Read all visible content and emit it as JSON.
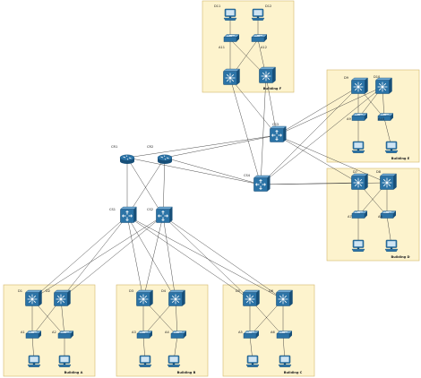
{
  "colors": {
    "device_fill": "#2b73a6",
    "device_dark": "#174f78",
    "device_light": "#6fa8d1",
    "building_fill": "#fdf3cd",
    "building_border": "#d4b76a",
    "link": "#3a3a3a"
  },
  "buildings": [
    {
      "id": "F",
      "label": "Building F"
    },
    {
      "id": "E",
      "label": "Building E"
    },
    {
      "id": "D",
      "label": "Building D"
    },
    {
      "id": "A",
      "label": "Building A"
    },
    {
      "id": "B",
      "label": "Building B"
    },
    {
      "id": "C",
      "label": "Building C"
    }
  ],
  "devices": [
    {
      "id": "D11",
      "label": "D11",
      "type": "pc"
    },
    {
      "id": "D12",
      "label": "D12",
      "type": "pc"
    },
    {
      "id": "A11",
      "label": "A11",
      "type": "access-switch"
    },
    {
      "id": "A12",
      "label": "A12",
      "type": "access-switch"
    },
    {
      "id": "F_L3_1",
      "label": "",
      "type": "multilayer-switch"
    },
    {
      "id": "F_L3_2",
      "label": "",
      "type": "multilayer-switch"
    },
    {
      "id": "E9",
      "label": "D9",
      "type": "multilayer-switch"
    },
    {
      "id": "E10",
      "label": "D10",
      "type": "multilayer-switch"
    },
    {
      "id": "A9",
      "label": "A9",
      "type": "access-switch"
    },
    {
      "id": "A10",
      "label": "A10",
      "type": "access-switch"
    },
    {
      "id": "E_PC1",
      "label": "",
      "type": "pc"
    },
    {
      "id": "E_PC2",
      "label": "",
      "type": "pc"
    },
    {
      "id": "D7",
      "label": "D7",
      "type": "multilayer-switch"
    },
    {
      "id": "D8",
      "label": "D8",
      "type": "multilayer-switch"
    },
    {
      "id": "A7",
      "label": "A7",
      "type": "access-switch"
    },
    {
      "id": "A8",
      "label": "A8",
      "type": "access-switch"
    },
    {
      "id": "D_PC1",
      "label": "",
      "type": "pc"
    },
    {
      "id": "D_PC2",
      "label": "",
      "type": "pc"
    },
    {
      "id": "CS3",
      "label": "CS3",
      "type": "core-switch"
    },
    {
      "id": "CS4",
      "label": "CS4",
      "type": "core-switch"
    },
    {
      "id": "CR1",
      "label": "CR1",
      "type": "router"
    },
    {
      "id": "CR2",
      "label": "CR2",
      "type": "router"
    },
    {
      "id": "CS1",
      "label": "CS1",
      "type": "core-switch"
    },
    {
      "id": "CS2",
      "label": "CS2",
      "type": "core-switch"
    },
    {
      "id": "D1",
      "label": "D1",
      "type": "multilayer-switch"
    },
    {
      "id": "D2",
      "label": "D2",
      "type": "multilayer-switch"
    },
    {
      "id": "A1",
      "label": "A1",
      "type": "access-switch"
    },
    {
      "id": "A2",
      "label": "A2",
      "type": "access-switch"
    },
    {
      "id": "A_PC1",
      "label": "",
      "type": "pc"
    },
    {
      "id": "A_PC2",
      "label": "",
      "type": "pc"
    },
    {
      "id": "D3",
      "label": "D3",
      "type": "multilayer-switch"
    },
    {
      "id": "D4",
      "label": "D4",
      "type": "multilayer-switch"
    },
    {
      "id": "A3",
      "label": "A3",
      "type": "access-switch"
    },
    {
      "id": "A4",
      "label": "A4",
      "type": "access-switch"
    },
    {
      "id": "B_PC1",
      "label": "",
      "type": "pc"
    },
    {
      "id": "B_PC2",
      "label": "",
      "type": "pc"
    },
    {
      "id": "D5",
      "label": "D5",
      "type": "multilayer-switch"
    },
    {
      "id": "D6",
      "label": "D6",
      "type": "multilayer-switch"
    },
    {
      "id": "A5",
      "label": "A5",
      "type": "access-switch"
    },
    {
      "id": "A6",
      "label": "A6",
      "type": "access-switch"
    },
    {
      "id": "C_PC1",
      "label": "",
      "type": "pc"
    },
    {
      "id": "C_PC2",
      "label": "",
      "type": "pc"
    }
  ],
  "links": [
    [
      "D11",
      "A11"
    ],
    [
      "D12",
      "A12"
    ],
    [
      "A11",
      "F_L3_1"
    ],
    [
      "A11",
      "F_L3_2"
    ],
    [
      "A12",
      "F_L3_1"
    ],
    [
      "A12",
      "F_L3_2"
    ],
    [
      "F_L3_1",
      "CS3"
    ],
    [
      "F_L3_1",
      "CS4"
    ],
    [
      "F_L3_2",
      "CS3"
    ],
    [
      "F_L3_2",
      "CS4"
    ],
    [
      "E9",
      "A9"
    ],
    [
      "E9",
      "A10"
    ],
    [
      "E10",
      "A9"
    ],
    [
      "E10",
      "A10"
    ],
    [
      "A9",
      "E_PC1"
    ],
    [
      "A10",
      "E_PC2"
    ],
    [
      "E9",
      "CS3"
    ],
    [
      "E9",
      "CS4"
    ],
    [
      "E10",
      "CS3"
    ],
    [
      "E10",
      "CS4"
    ],
    [
      "D7",
      "A7"
    ],
    [
      "D7",
      "A8"
    ],
    [
      "D8",
      "A7"
    ],
    [
      "D8",
      "A8"
    ],
    [
      "A7",
      "D_PC1"
    ],
    [
      "A8",
      "D_PC2"
    ],
    [
      "D7",
      "CS3"
    ],
    [
      "D7",
      "CS4"
    ],
    [
      "D8",
      "CS3"
    ],
    [
      "D8",
      "CS4"
    ],
    [
      "CR1",
      "CS3"
    ],
    [
      "CR1",
      "CS4"
    ],
    [
      "CR2",
      "CS3"
    ],
    [
      "CR2",
      "CS4"
    ],
    [
      "CR1",
      "CS1"
    ],
    [
      "CR1",
      "CS2"
    ],
    [
      "CR2",
      "CS1"
    ],
    [
      "CR2",
      "CS2"
    ],
    [
      "CS1",
      "D1"
    ],
    [
      "CS1",
      "D2"
    ],
    [
      "CS2",
      "D1"
    ],
    [
      "CS2",
      "D2"
    ],
    [
      "CS1",
      "D3"
    ],
    [
      "CS1",
      "D4"
    ],
    [
      "CS2",
      "D3"
    ],
    [
      "CS2",
      "D4"
    ],
    [
      "CS1",
      "D5"
    ],
    [
      "CS1",
      "D6"
    ],
    [
      "CS2",
      "D5"
    ],
    [
      "CS2",
      "D6"
    ],
    [
      "D1",
      "A1"
    ],
    [
      "D1",
      "A2"
    ],
    [
      "D2",
      "A1"
    ],
    [
      "D2",
      "A2"
    ],
    [
      "A1",
      "A_PC1"
    ],
    [
      "A2",
      "A_PC2"
    ],
    [
      "D3",
      "A3"
    ],
    [
      "D3",
      "A4"
    ],
    [
      "D4",
      "A3"
    ],
    [
      "D4",
      "A4"
    ],
    [
      "A3",
      "B_PC1"
    ],
    [
      "A4",
      "B_PC2"
    ],
    [
      "D5",
      "A5"
    ],
    [
      "D5",
      "A6"
    ],
    [
      "D6",
      "A5"
    ],
    [
      "D6",
      "A6"
    ],
    [
      "A5",
      "C_PC1"
    ],
    [
      "A6",
      "C_PC2"
    ]
  ]
}
